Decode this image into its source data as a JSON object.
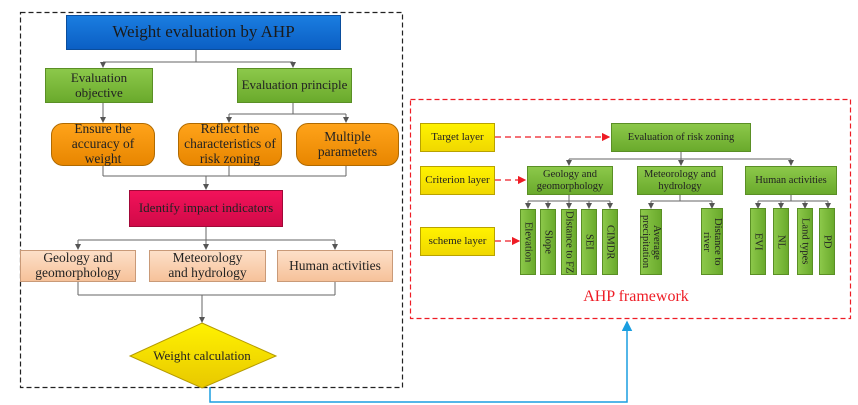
{
  "left_panel": {
    "title": "Weight evaluation by AHP",
    "level2": {
      "objective": "Evaluation objective",
      "principle": "Evaluation principle"
    },
    "level3": {
      "accuracy": "Ensure the accuracy of weight",
      "reflect": "Reflect the characteristics of risk zoning",
      "multiple": "Multiple parameters"
    },
    "identify": "Identify impact indicators",
    "factors": {
      "geology": "Geology and geomorphology",
      "meteorology": "Meteorology and hydrology",
      "human": "Human activities"
    },
    "calculation": "Weight calculation"
  },
  "right_panel": {
    "label": "AHP framework",
    "layers": {
      "target": "Target layer",
      "criterion": "Criterion layer",
      "scheme": "scheme layer"
    },
    "goal": "Evaluation of risk zoning",
    "criteria": [
      {
        "name": "Geology and geomorphology",
        "indicators": [
          "Elevation",
          "Slope",
          "Distance to FZ",
          "SEI",
          "CIMDR"
        ]
      },
      {
        "name": "Meteorology and hydrology",
        "indicators": [
          "Average precipitation",
          "Distance to river"
        ]
      },
      {
        "name": "Human activities",
        "indicators": [
          "EVI",
          "NL",
          "Land types",
          "PD"
        ]
      }
    ]
  },
  "colors": {
    "title_blue": "#0b6fd6",
    "green": "#7ab93a",
    "orange": "#f59300",
    "crimson": "#e50f52",
    "peach": "#fad3b3",
    "yellow": "#fff000",
    "framework_red": "#ee1c25",
    "link_blue": "#1a9ee0"
  }
}
